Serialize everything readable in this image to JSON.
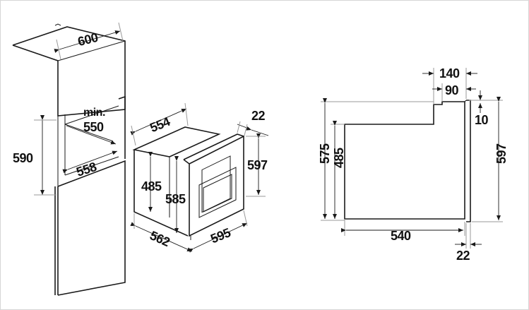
{
  "labels": {
    "cab_width": "600",
    "niche_min": "min.",
    "niche_depth": "550",
    "niche_height": "590",
    "niche_inner_width": "558",
    "oven_depth": "554",
    "front_thickness": "22",
    "front_height": "597",
    "body_height": "485",
    "body_height_front": "585",
    "base_depth": "562",
    "front_width": "595",
    "side_top_width": "140",
    "side_top_step": "90",
    "side_top_gap": "10",
    "side_total_height": "575",
    "side_body_height": "485",
    "side_front_height": "597",
    "side_body_depth": "540",
    "side_front_thickness": "22"
  },
  "colors": {
    "line": "#1a1a1a",
    "background": "#ffffff",
    "frame": "#d6d6d6"
  }
}
